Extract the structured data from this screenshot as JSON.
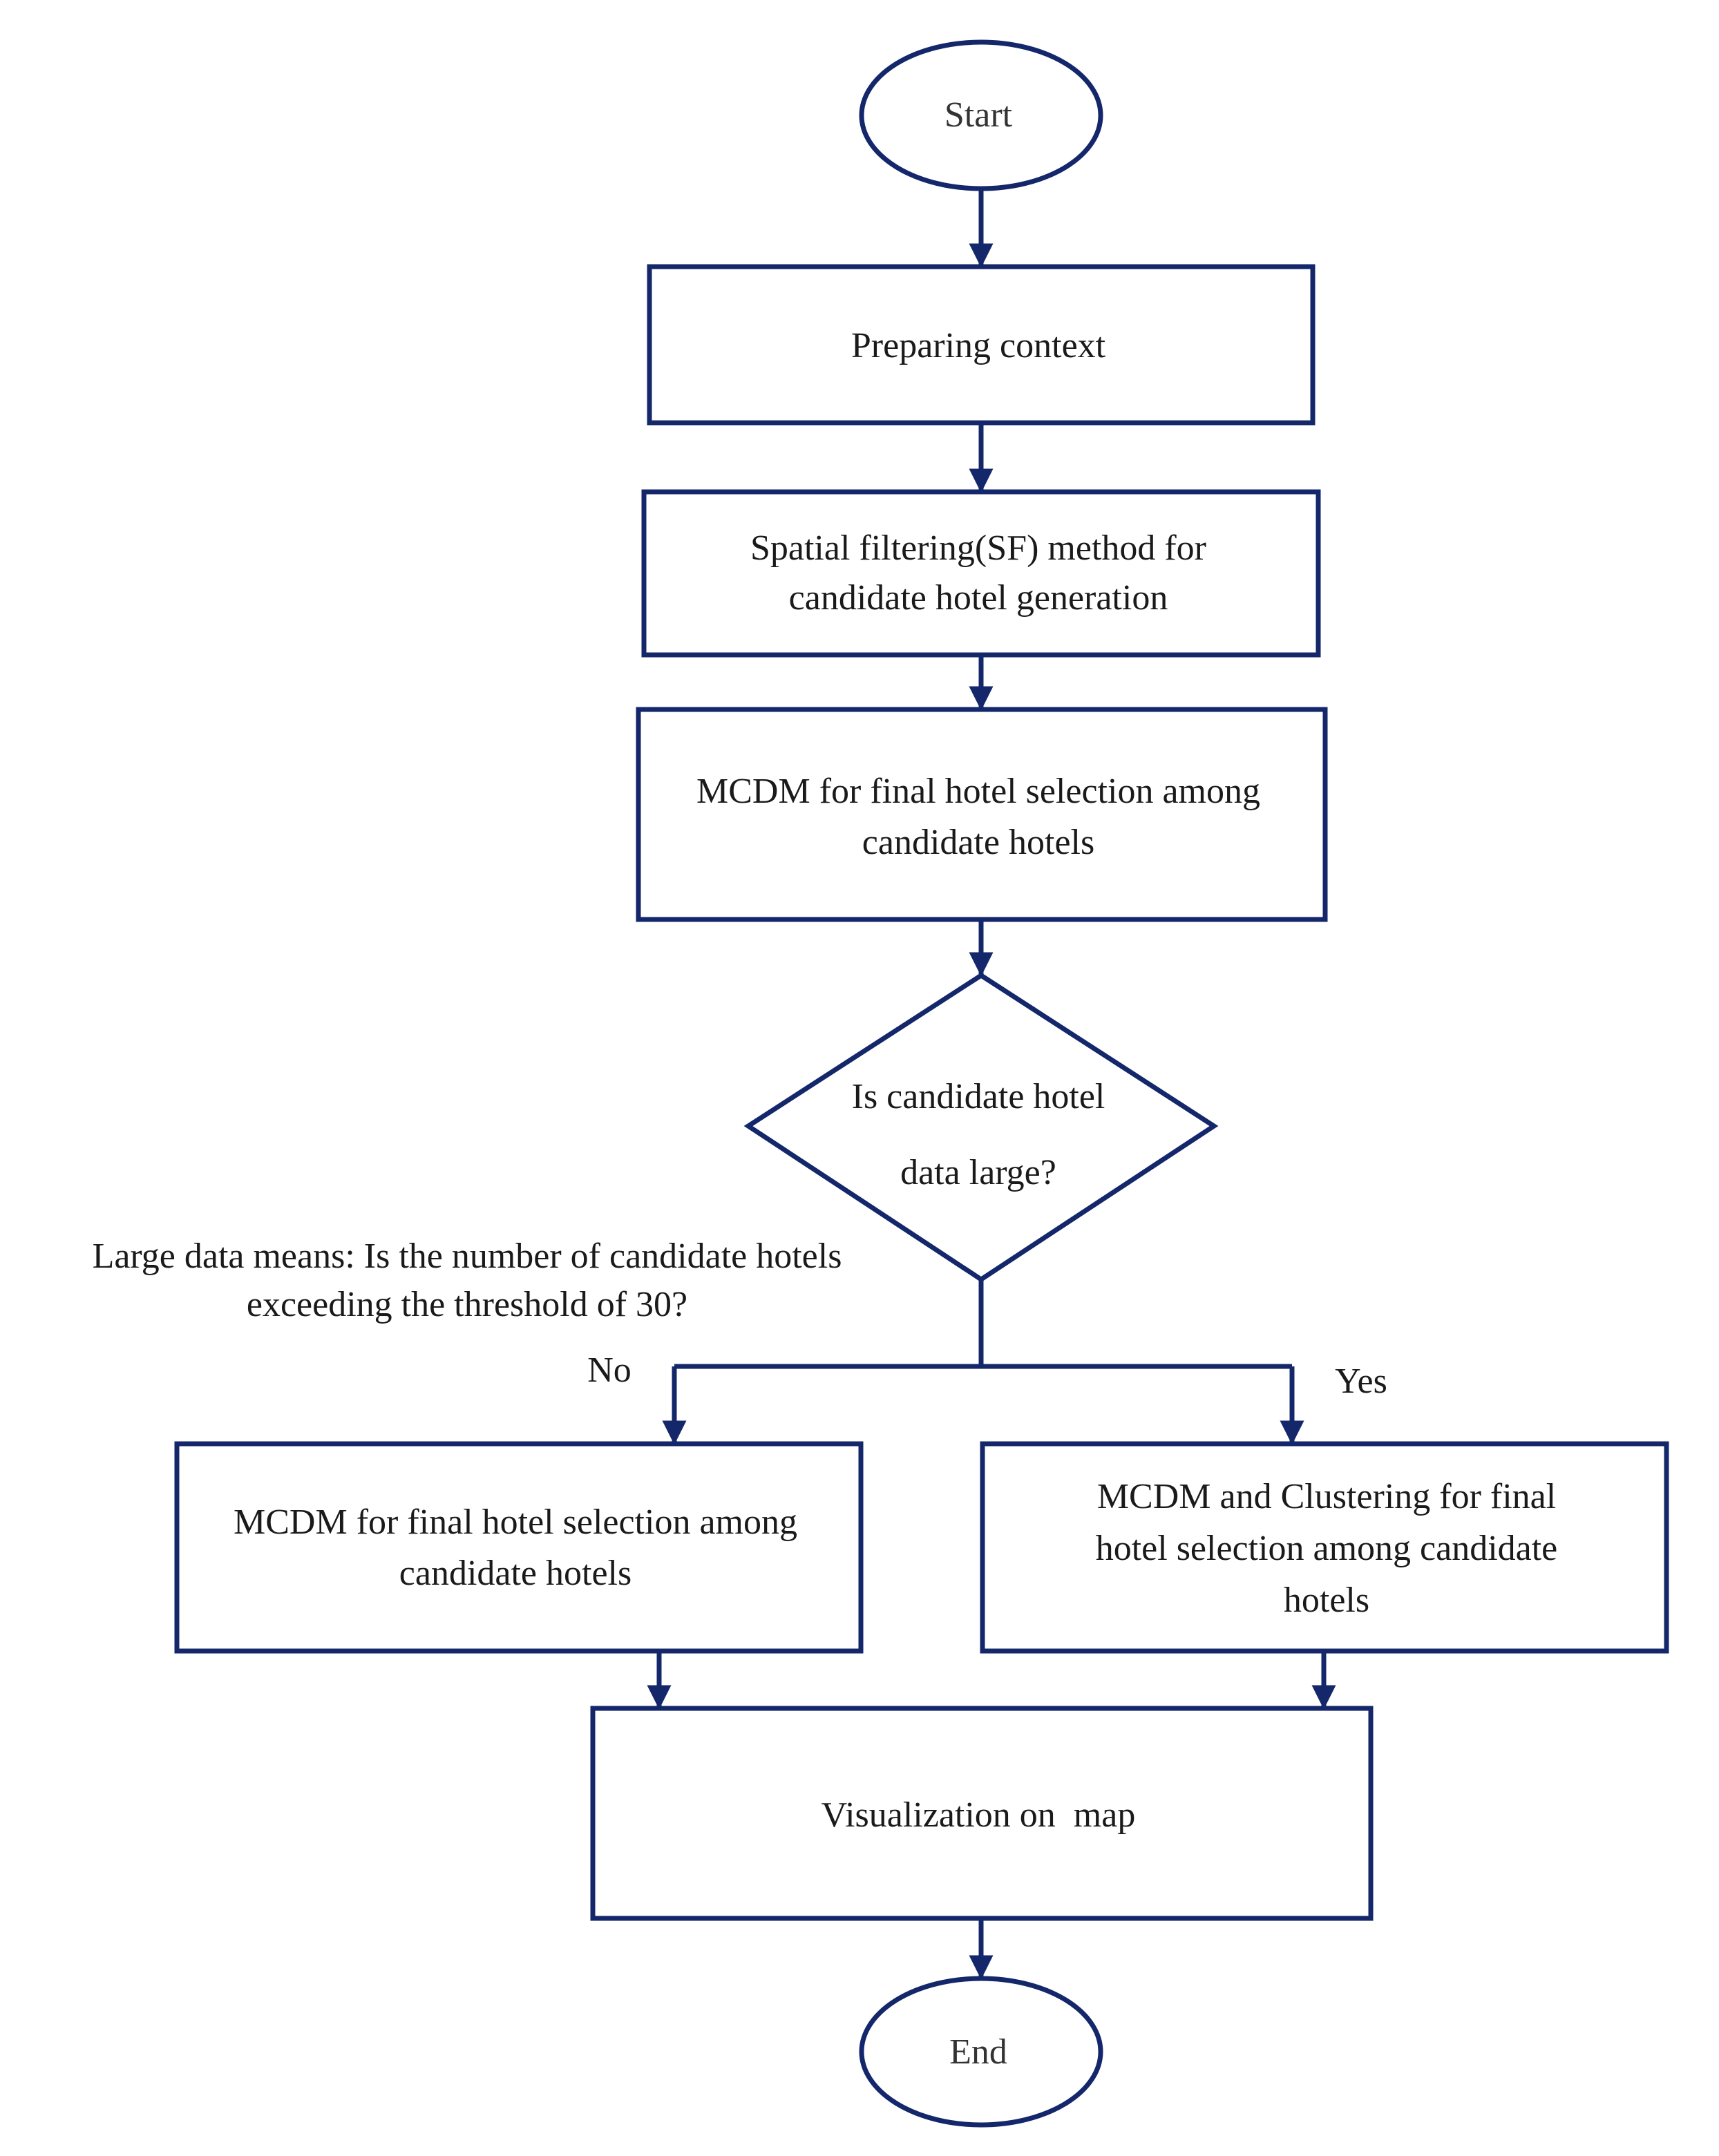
{
  "colors": {
    "stroke": "#14276b",
    "text": "#1a1a1a",
    "background": "#ffffff"
  },
  "diagram": {
    "start": "Start",
    "step1": "Preparing context",
    "step2": [
      "Spatial filtering(SF) method for",
      "candidate hotel generation"
    ],
    "step3": [
      "MCDM for final hotel selection among",
      "candidate hotels"
    ],
    "decision": [
      "Is candidate hotel",
      "data large?"
    ],
    "note": [
      "Large data means: Is the number of candidate hotels",
      "exceeding the threshold of 30?"
    ],
    "branch_no": "No",
    "branch_yes": "Yes",
    "left_box": [
      "MCDM for final hotel selection among",
      "candidate hotels"
    ],
    "right_box": [
      "MCDM and Clustering for final",
      "hotel selection among candidate",
      "hotels"
    ],
    "visual": "Visualization on  map",
    "end": "End"
  }
}
